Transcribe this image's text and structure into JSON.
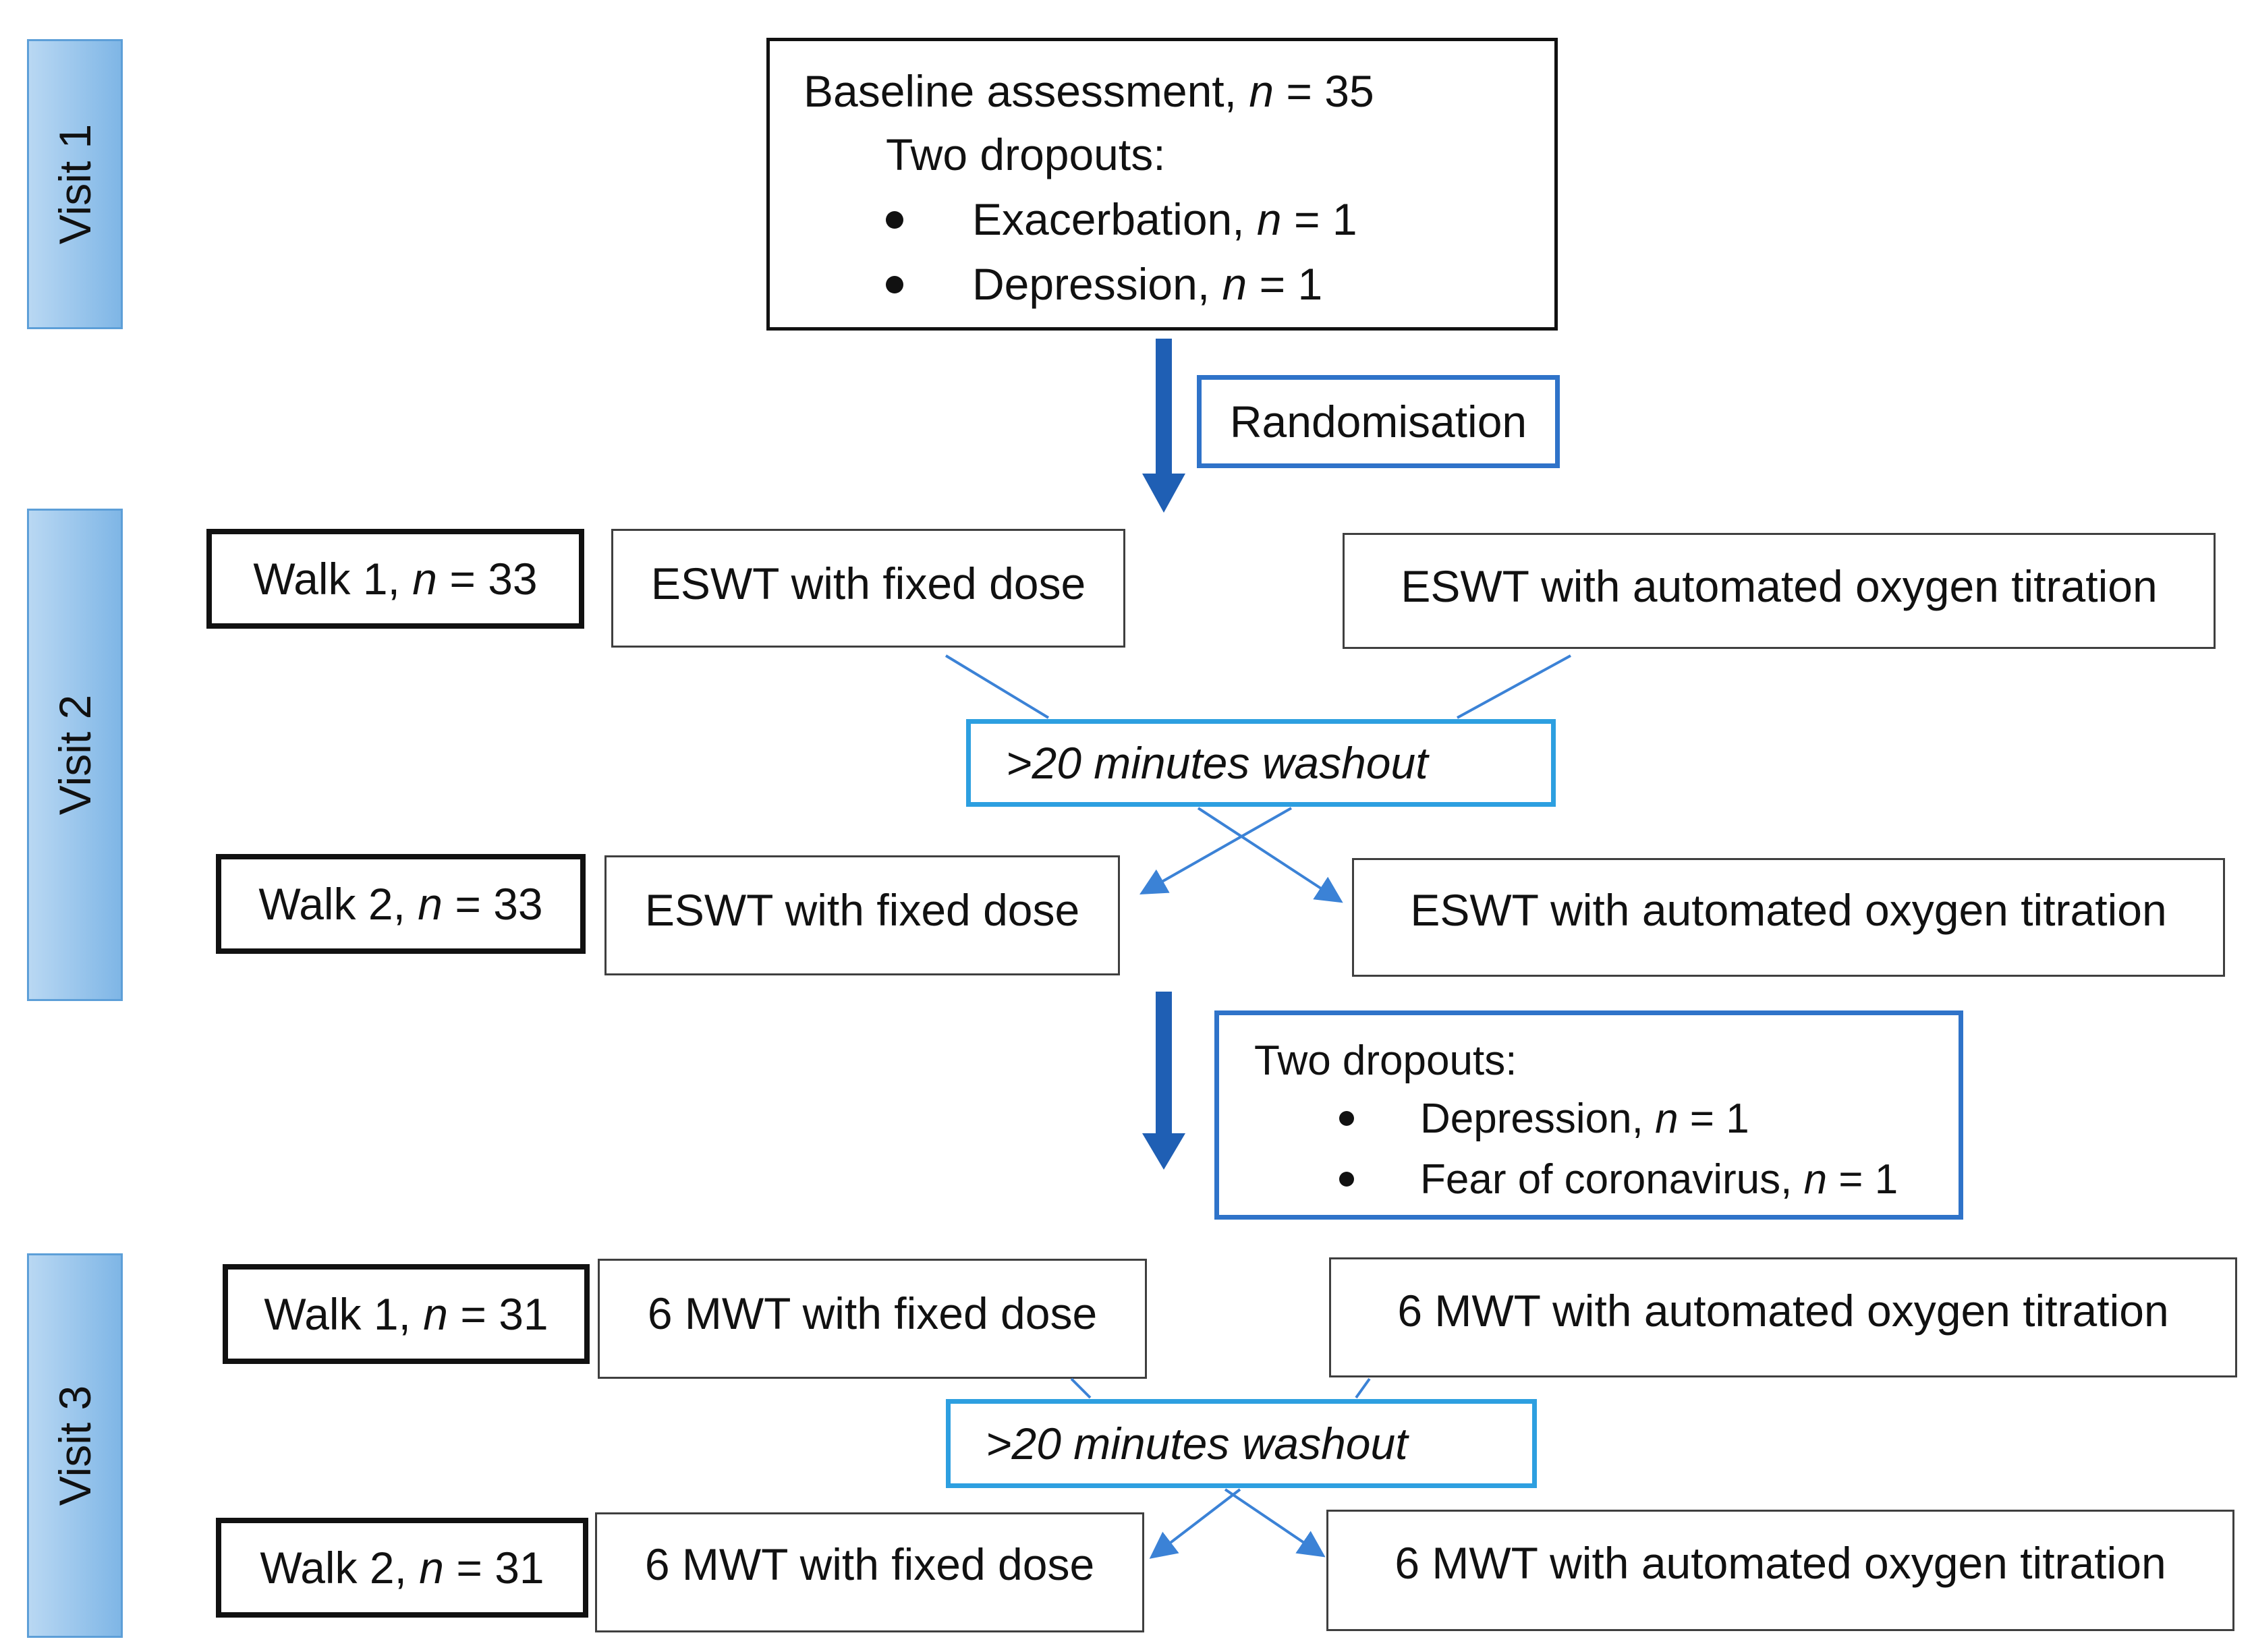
{
  "visits": {
    "v1": "Visit 1",
    "v2": "Visit 2",
    "v3": "Visit 3"
  },
  "baseline": {
    "line1_prefix": "Baseline assessment, ",
    "n_symbol": "n",
    "line1_suffix": " = 35",
    "dropouts_title": "Two dropouts:",
    "items": [
      {
        "label": "Exacerbation, ",
        "n": "n",
        "suffix": " = 1"
      },
      {
        "label": "Depression, ",
        "n": "n",
        "suffix": " = 1"
      }
    ]
  },
  "randomisation": "Randomisation",
  "visit2": {
    "walk1": {
      "prefix": "Walk 1, ",
      "n": "n",
      "suffix": " = 33"
    },
    "walk2": {
      "prefix": "Walk 2, ",
      "n": "n",
      "suffix": " = 33"
    },
    "fixed_top": "ESWT with fixed dose",
    "auto_top": "ESWT with automated oxygen titration",
    "washout": ">20 minutes washout",
    "fixed_bottom": "ESWT with fixed dose",
    "auto_bottom": "ESWT with automated oxygen titration"
  },
  "dropouts2": {
    "title": "Two dropouts:",
    "items": [
      {
        "label": "Depression, ",
        "n": "n",
        "suffix": " = 1"
      },
      {
        "label": "Fear of coronavirus, ",
        "n": "n",
        "suffix": " = 1"
      }
    ]
  },
  "visit3": {
    "walk1": {
      "prefix": "Walk 1, ",
      "n": "n",
      "suffix": " = 31"
    },
    "walk2": {
      "prefix": "Walk 2, ",
      "n": "n",
      "suffix": " = 31"
    },
    "fixed_top": "6 MWT with fixed dose",
    "auto_top": "6 MWT with automated oxygen titration",
    "washout": ">20 minutes washout",
    "fixed_bottom": "6 MWT with fixed dose",
    "auto_bottom": "6 MWT with automated oxygen titration"
  },
  "colors": {
    "arrow_dark_blue": "#1f5fb4",
    "connector_blue": "#3b82d6",
    "visit_fill": "#9cc7ee"
  }
}
